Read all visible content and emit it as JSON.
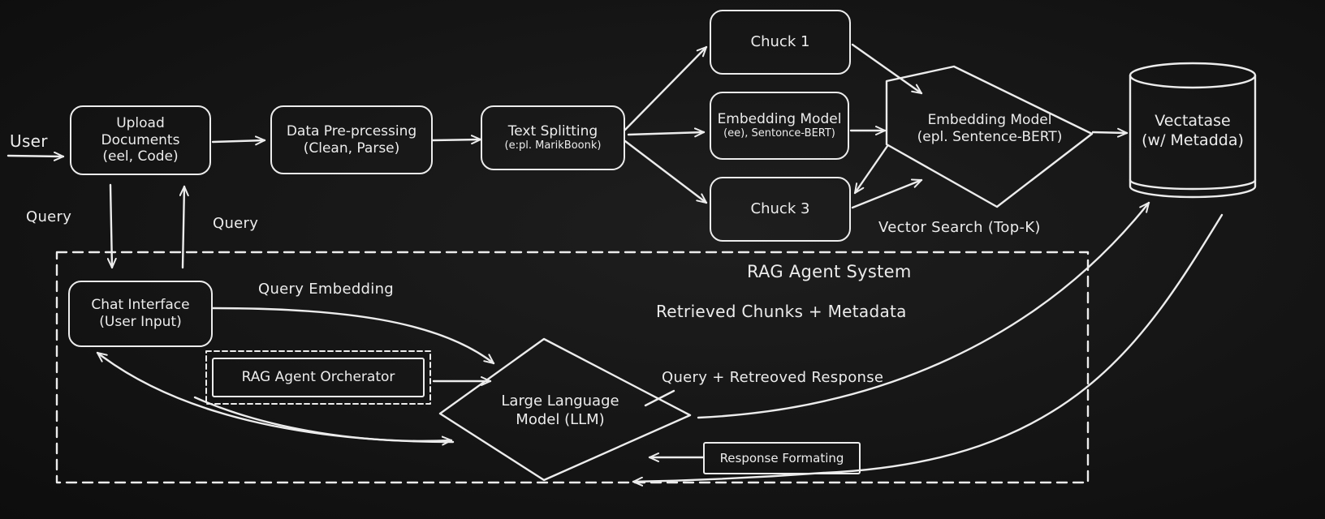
{
  "labels": {
    "user": "User",
    "query_left": "Query",
    "query_right": "Query",
    "query_embedding": "Query Embedding",
    "system_title": "RAG Agent System",
    "retrieved": "Retrieved Chunks + Metadata",
    "query_response": "Query + Retreoved Response",
    "vector_search": "Vector Search (Top-K)"
  },
  "nodes": {
    "upload": {
      "line1": "Upload",
      "line2": "Documents",
      "line3": "(eel, Code)"
    },
    "preprocess": {
      "line1": "Data Pre-prcessing",
      "line2": "(Clean, Parse)"
    },
    "splitting": {
      "line1": "Text Splitting",
      "line2": "(e:pl. MarikBoonk)"
    },
    "chunk1": {
      "line1": "Chuck 1"
    },
    "embed_small": {
      "line1": "Embedding Model",
      "line2": "(ee), Sentonce-BERT)"
    },
    "chunk3": {
      "line1": "Chuck 3"
    },
    "embed_main": {
      "line1": "Embedding Model",
      "line2": "(epl. Sentence-BERT)"
    },
    "vectordb": {
      "line1": "Vectatase",
      "line2": "(w/ Metadda)"
    },
    "chat": {
      "line1": "Chat Interface",
      "line2": "(User Input)"
    },
    "orchestrator": {
      "line1": "RAG Agent Orcherator"
    },
    "llm": {
      "line1": "Large Language",
      "line2": "Model (LLM)"
    },
    "formatting": {
      "line1": "Response Formating"
    }
  },
  "colors": {
    "background": "#131313",
    "chalk": "#ececec"
  }
}
